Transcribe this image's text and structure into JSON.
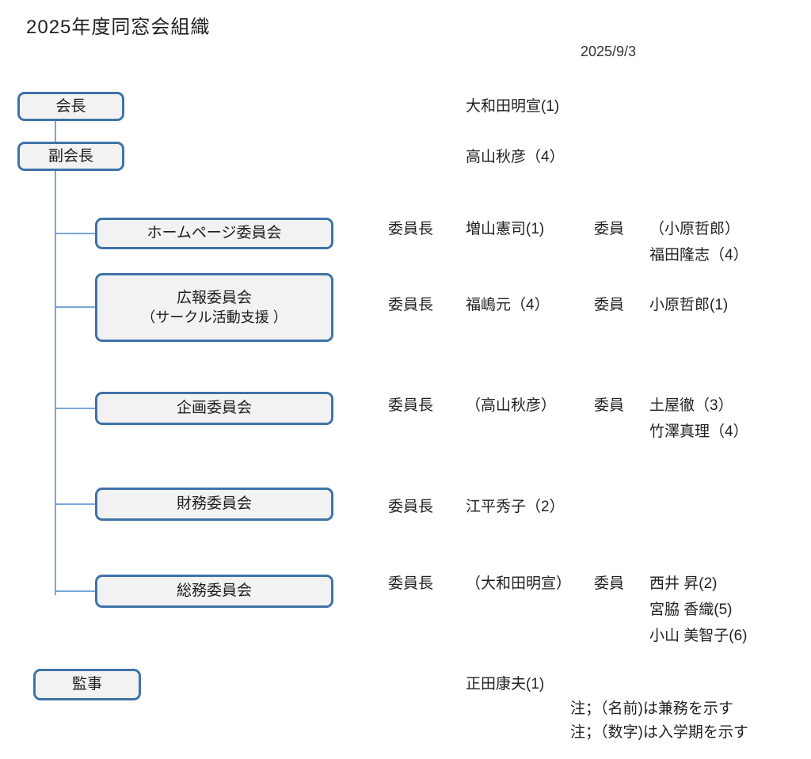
{
  "title": "2025年度同窓会組織",
  "date": "2025/9/3",
  "labels": {
    "chair": "委員長",
    "member": "委員"
  },
  "officers": [
    {
      "box": "会長",
      "name": "大和田明宣(1)"
    },
    {
      "box": "副会長",
      "name": "高山秋彦（4）"
    }
  ],
  "committees": [
    {
      "box_line1": "ホームページ委員会",
      "box_line2": "",
      "chair_label": "委員長",
      "chair": "増山憲司(1)",
      "member_label": "委員",
      "members": [
        "（小原哲郎）",
        "福田隆志（4）"
      ]
    },
    {
      "box_line1": "広報委員会",
      "box_line2": "（サークル活動支援 ）",
      "chair_label": "委員長",
      "chair": "福嶋元（4）",
      "member_label": "委員",
      "members": [
        "小原哲郎(1)"
      ]
    },
    {
      "box_line1": "企画委員会",
      "box_line2": "",
      "chair_label": "委員長",
      "chair": "（高山秋彦）",
      "member_label": "委員",
      "members": [
        "土屋徹（3）",
        "竹澤真理（4）"
      ]
    },
    {
      "box_line1": "財務委員会",
      "box_line2": "",
      "chair_label": "委員長",
      "chair": "江平秀子（2）",
      "member_label": "",
      "members": []
    },
    {
      "box_line1": "総務委員会",
      "box_line2": "",
      "chair_label": "委員長",
      "chair": "（大和田明宣）",
      "member_label": "委員",
      "members": [
        "西井 昇(2)",
        "宮脇 香織(5)",
        "小山 美智子(6)"
      ]
    }
  ],
  "auditor": {
    "box": "監事",
    "name": "正田康夫(1)"
  },
  "notes": [
    "注；（名前)は兼務を示す",
    "注；（数字)は入学期を示す"
  ],
  "colors": {
    "box_border": "#3E73A8",
    "box_fill": "#F2F2F2",
    "connector": "#7AA7D9",
    "text": "#222222"
  }
}
